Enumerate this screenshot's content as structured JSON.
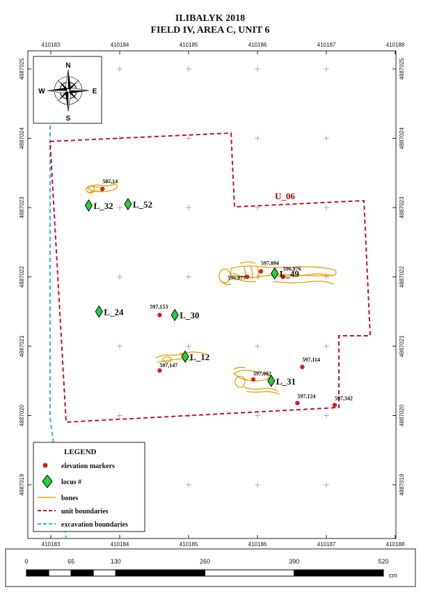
{
  "title": {
    "line1": "ILIBALYK 2018",
    "line2": "FIELD IV, AREA C, UNIT 6"
  },
  "axes": {
    "easting_ticks": [
      "410183",
      "410184",
      "410185",
      "410186",
      "410187",
      "410188"
    ],
    "northing_ticks": [
      "4887025",
      "4887024",
      "4887023",
      "4887022",
      "4887021",
      "4887020",
      "4887019"
    ]
  },
  "compass": {
    "n": "N",
    "s": "S",
    "e": "E",
    "w": "W",
    "icon": "compass-rose-icon"
  },
  "unit_label": "U_06",
  "elevation_markers": [
    {
      "label": "597,14",
      "e": 410183.75,
      "n": 4887023.27
    },
    {
      "label": "597,094",
      "e": 410186.05,
      "n": 4887022.08
    },
    {
      "label": "596,976",
      "e": 410186.37,
      "n": 4887022.0
    },
    {
      "label": "596,977",
      "e": 410185.85,
      "n": 4887022.0
    },
    {
      "label": "597,153",
      "e": 410184.58,
      "n": 4887021.45
    },
    {
      "label": "597,147",
      "e": 410184.58,
      "n": 4887020.65
    },
    {
      "label": "597,114",
      "e": 410186.65,
      "n": 4887020.7
    },
    {
      "label": "597,002",
      "e": 410185.94,
      "n": 4887020.52
    },
    {
      "label": "597,124",
      "e": 410186.58,
      "n": 4887020.18
    },
    {
      "label": "597,342",
      "e": 410187.12,
      "n": 4887020.15
    }
  ],
  "loci": [
    {
      "label": "L_32",
      "e": 410183.55,
      "n": 4887023.03
    },
    {
      "label": "L_52",
      "e": 410184.12,
      "n": 4887023.05
    },
    {
      "label": "L_49",
      "e": 410186.25,
      "n": 4887022.05
    },
    {
      "label": "L_24",
      "e": 410183.7,
      "n": 4887021.5
    },
    {
      "label": "L_30",
      "e": 410184.8,
      "n": 4887021.45
    },
    {
      "label": "L_12",
      "e": 410184.95,
      "n": 4887020.85
    },
    {
      "label": "L_31",
      "e": 410186.2,
      "n": 4887020.5
    }
  ],
  "legend": {
    "title": "LEGEND",
    "items": [
      {
        "symbol": "elevation-marker",
        "label": "elevation markers"
      },
      {
        "symbol": "locus-diamond",
        "label": "locus #"
      },
      {
        "symbol": "bones-line",
        "label": "bones"
      },
      {
        "symbol": "unit-boundary",
        "label": "unit boundaries"
      },
      {
        "symbol": "excavation-boundary",
        "label": "excavation boundaries"
      }
    ]
  },
  "scale_bar": {
    "labels": [
      "0",
      "65",
      "130",
      "260",
      "390",
      "520"
    ],
    "unit": "cm"
  },
  "colors": {
    "unit_boundary": "#c8102e",
    "excavation_boundary": "#2bb7e8",
    "bones": "#e5a000",
    "elevation_marker": "#d81e1e",
    "locus": "#22d23a"
  }
}
